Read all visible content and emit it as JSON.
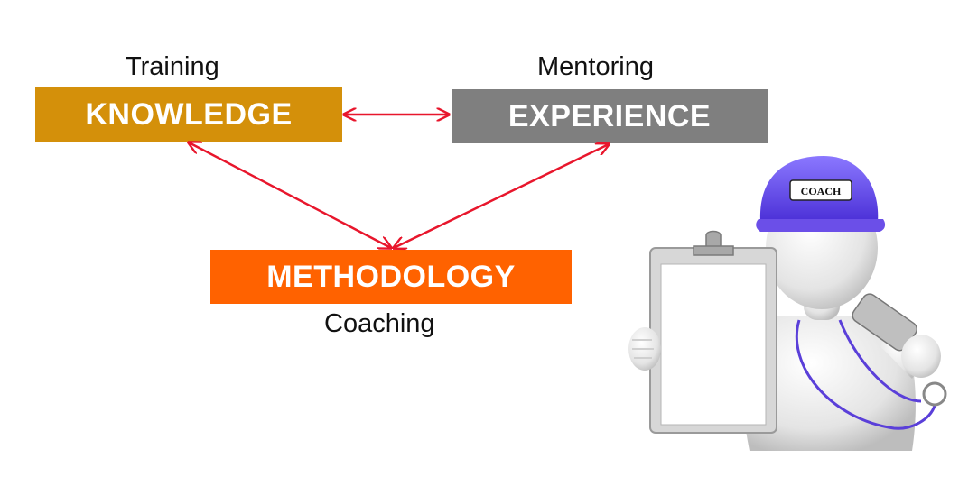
{
  "nodes": {
    "knowledge": {
      "label": "KNOWLEDGE",
      "caption": "Training",
      "color": "#D4900A"
    },
    "experience": {
      "label": "EXPERIENCE",
      "caption": "Mentoring",
      "color": "#7F7F7F"
    },
    "methodology": {
      "label": "METHODOLOGY",
      "caption": "Coaching",
      "color": "#FF6200"
    }
  },
  "connector_color": "#E8162C",
  "edges": [
    {
      "from": "knowledge",
      "to": "experience",
      "direction": "both"
    },
    {
      "from": "knowledge",
      "to": "methodology",
      "direction": "both"
    },
    {
      "from": "experience",
      "to": "methodology",
      "direction": "both"
    }
  ],
  "illustration": {
    "description_icon": "coach-with-clipboard-icon",
    "cap_text": "COACH",
    "cap_color": "#6B4FE8"
  }
}
